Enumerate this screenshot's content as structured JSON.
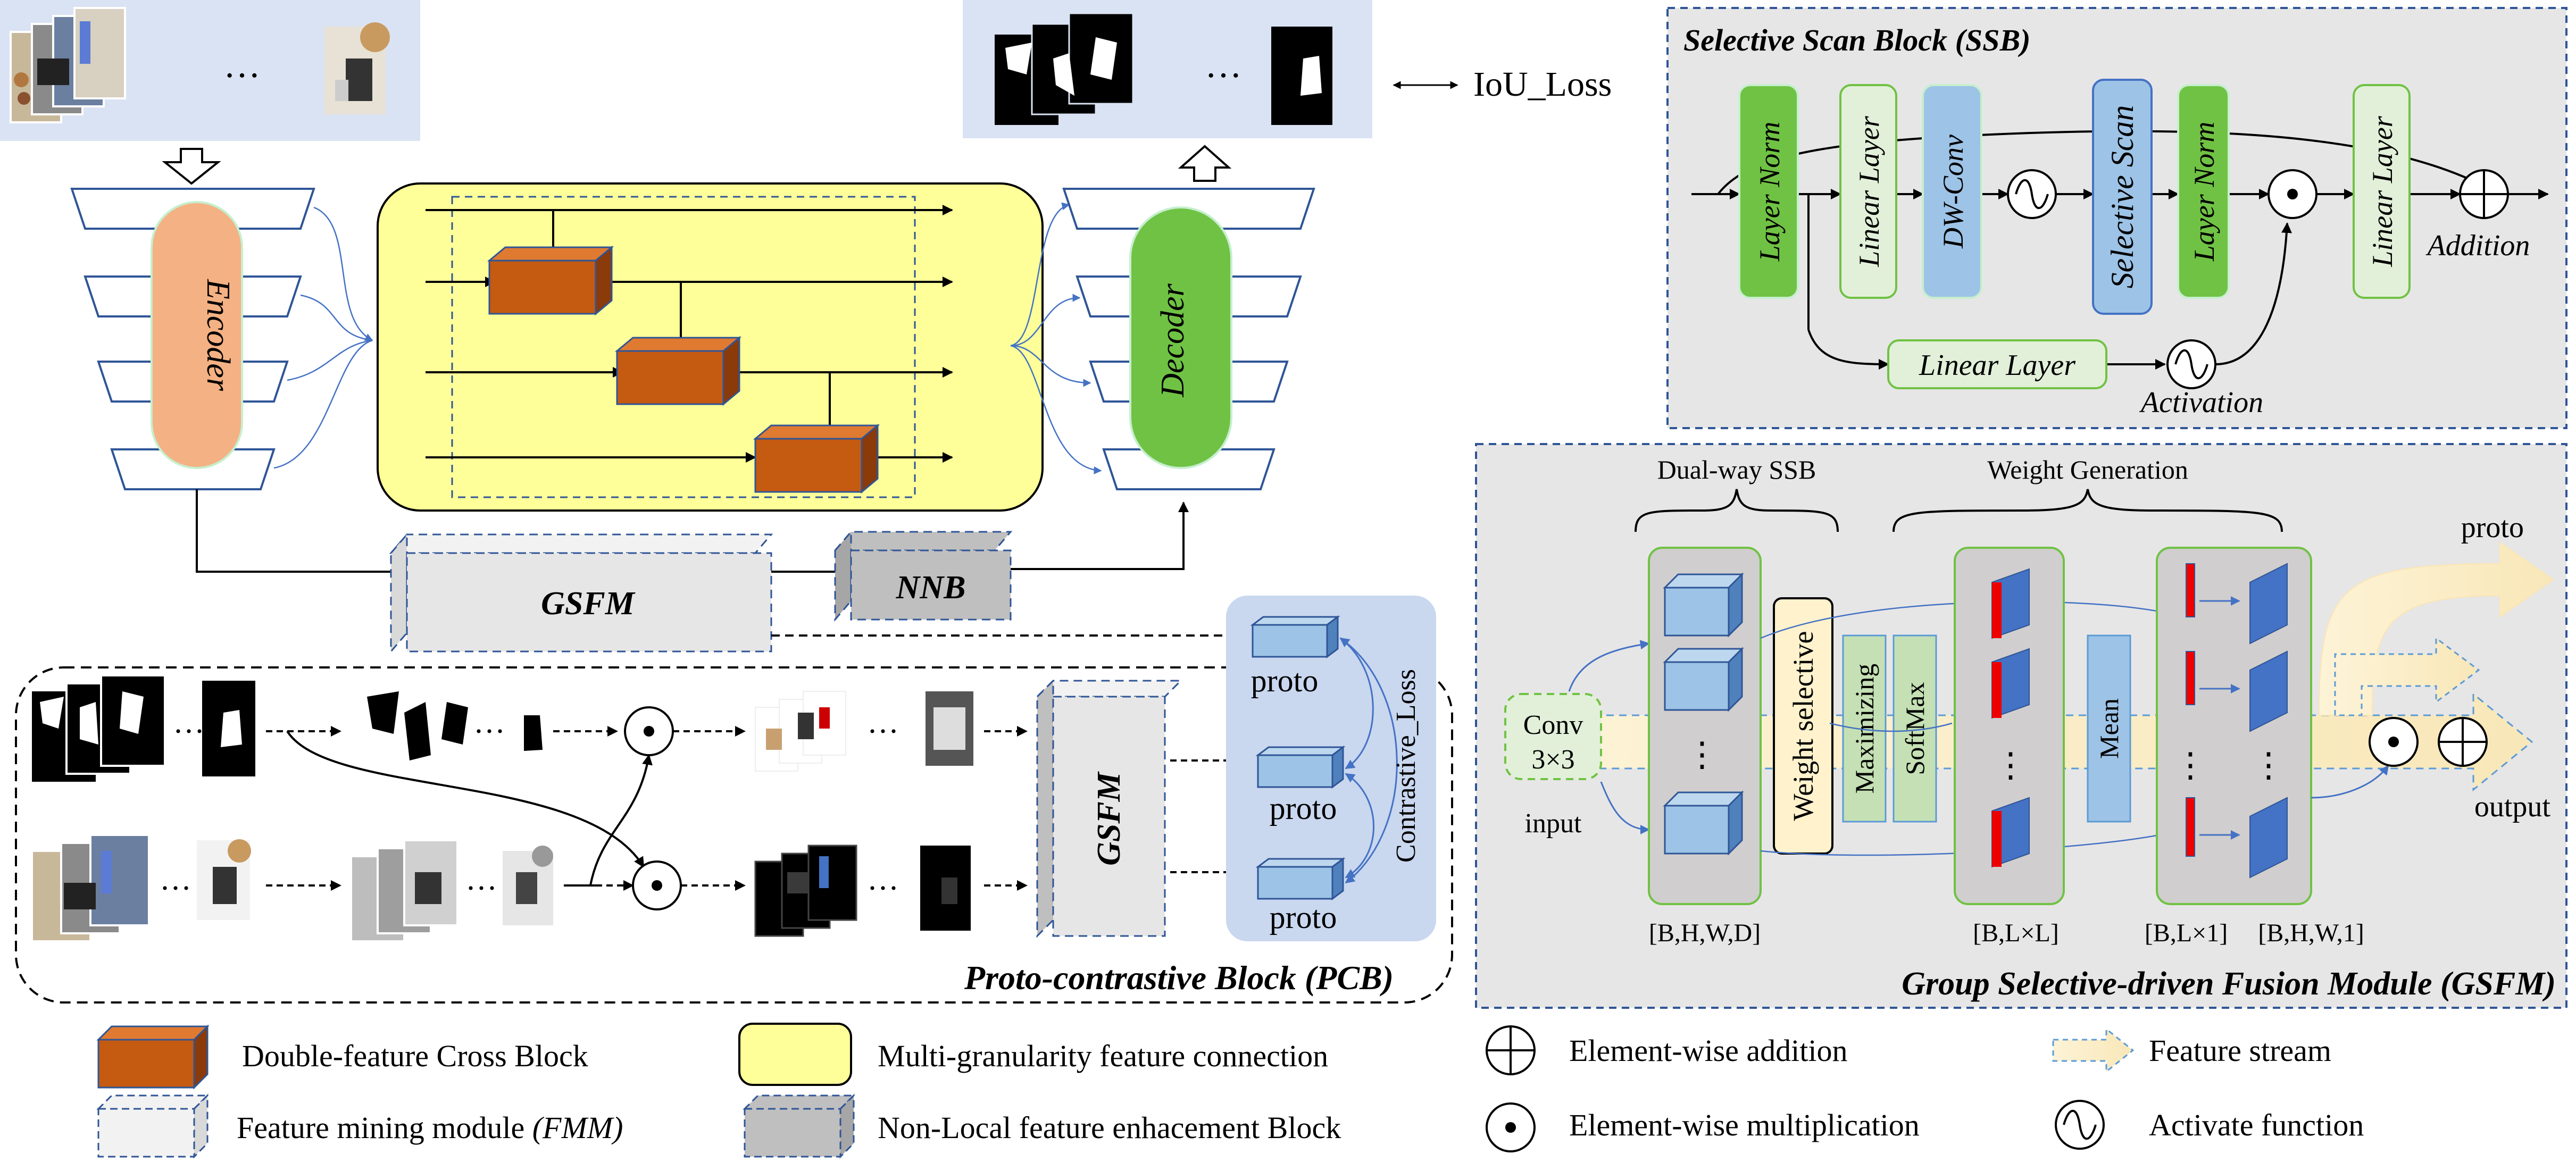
{
  "top": {
    "ellipsis": "···",
    "iou_loss": "IoU_Loss",
    "encoder": "Encoder",
    "decoder": "Decoder",
    "gsfm": "GSFM",
    "nnb": "NNB"
  },
  "pcb": {
    "title": "Proto-contrastive Block (PCB)",
    "gsfm": "GSFM",
    "proto": "proto",
    "contrastive_loss": "Contrastive_Loss",
    "ellipsis": "···"
  },
  "ssb": {
    "title": "Selective Scan Block (SSB)",
    "layer_norm": "Layer Norm",
    "linear_layer": "Linear Layer",
    "dw_conv": "DW-Conv",
    "selective_scan": "Selective Scan",
    "addition": "Addition",
    "activation": "Activation"
  },
  "gsfm_detail": {
    "title": "Group Selective-driven Fusion Module (GSFM)",
    "dual_way_ssb": "Dual-way SSB",
    "weight_generation": "Weight Generation",
    "conv_line1": "Conv",
    "conv_line2": "3×3",
    "input": "input",
    "output": "output",
    "proto": "proto",
    "weight_selective": "Weight selective",
    "maximizing": "Maximizing",
    "softmax": "SoftMax",
    "mean": "Mean",
    "vdots": "⋮",
    "dim_bhwd": "[B,H,W,D]",
    "dim_bll": "[B,L×L]",
    "dim_bl1": "[B,L×1]",
    "dim_bhw1": "[B,H,W,1]"
  },
  "legend": {
    "double_feature": "Double-feature Cross Block",
    "fmm_text": "Feature mining module ",
    "fmm_italic": "(FMM)",
    "multi_granularity": "Multi-granularity feature connection",
    "non_local": "Non-Local feature enhacement Block",
    "element_add": "Element-wise addition",
    "element_mul": "Element-wise multiplication",
    "feature_stream": "Feature stream",
    "activate": "Activate function"
  },
  "colors": {
    "panel_blue": "#dae3f3",
    "yellow": "#ffff99",
    "cube_orange": "#c55a11",
    "encoder_orange": "#f4b183",
    "green_dark": "#70c244",
    "green_light": "#e2f0d9",
    "blue_block": "#9dc3e6",
    "gray_panel": "#e7e6e6",
    "dash_blue": "#2f5597"
  }
}
